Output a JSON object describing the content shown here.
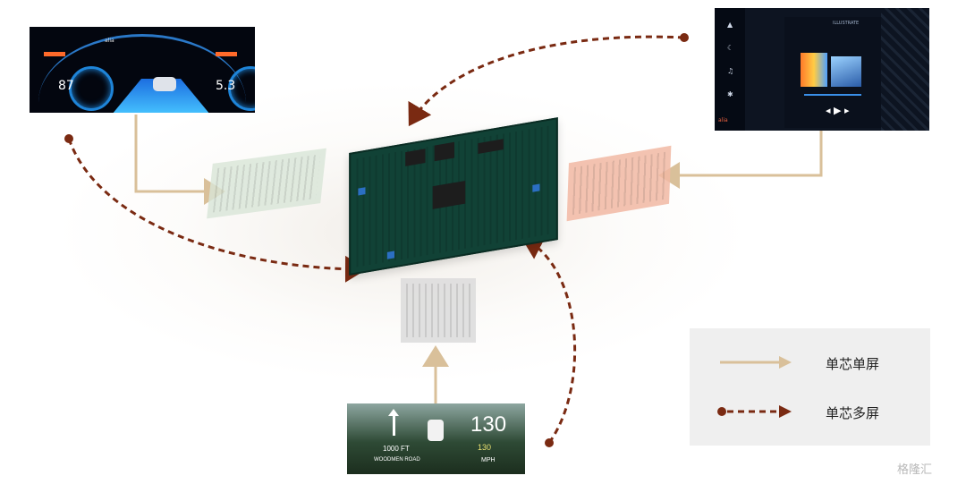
{
  "cluster_screen": {
    "speed": "87",
    "range": "5.3",
    "brand": "alia"
  },
  "media_screen": {
    "track": "ILLUSTRATE",
    "brand": "alia"
  },
  "hud_screen": {
    "distance": "1000 FT",
    "road": "WOODMEN ROAD",
    "speed": "130",
    "speed_limit": "130",
    "unit": "MPH"
  },
  "legend": {
    "items": [
      {
        "label": "单芯单屏",
        "style": "solid",
        "color": "#d9c09a"
      },
      {
        "label": "单芯多屏",
        "style": "dashed-dot",
        "color": "#7a2a12"
      }
    ]
  },
  "colors": {
    "solid_connector": "#d9c09a",
    "dashed_connector": "#7a2a12",
    "legend_bg": "#efefef"
  },
  "watermark": "格隆汇"
}
